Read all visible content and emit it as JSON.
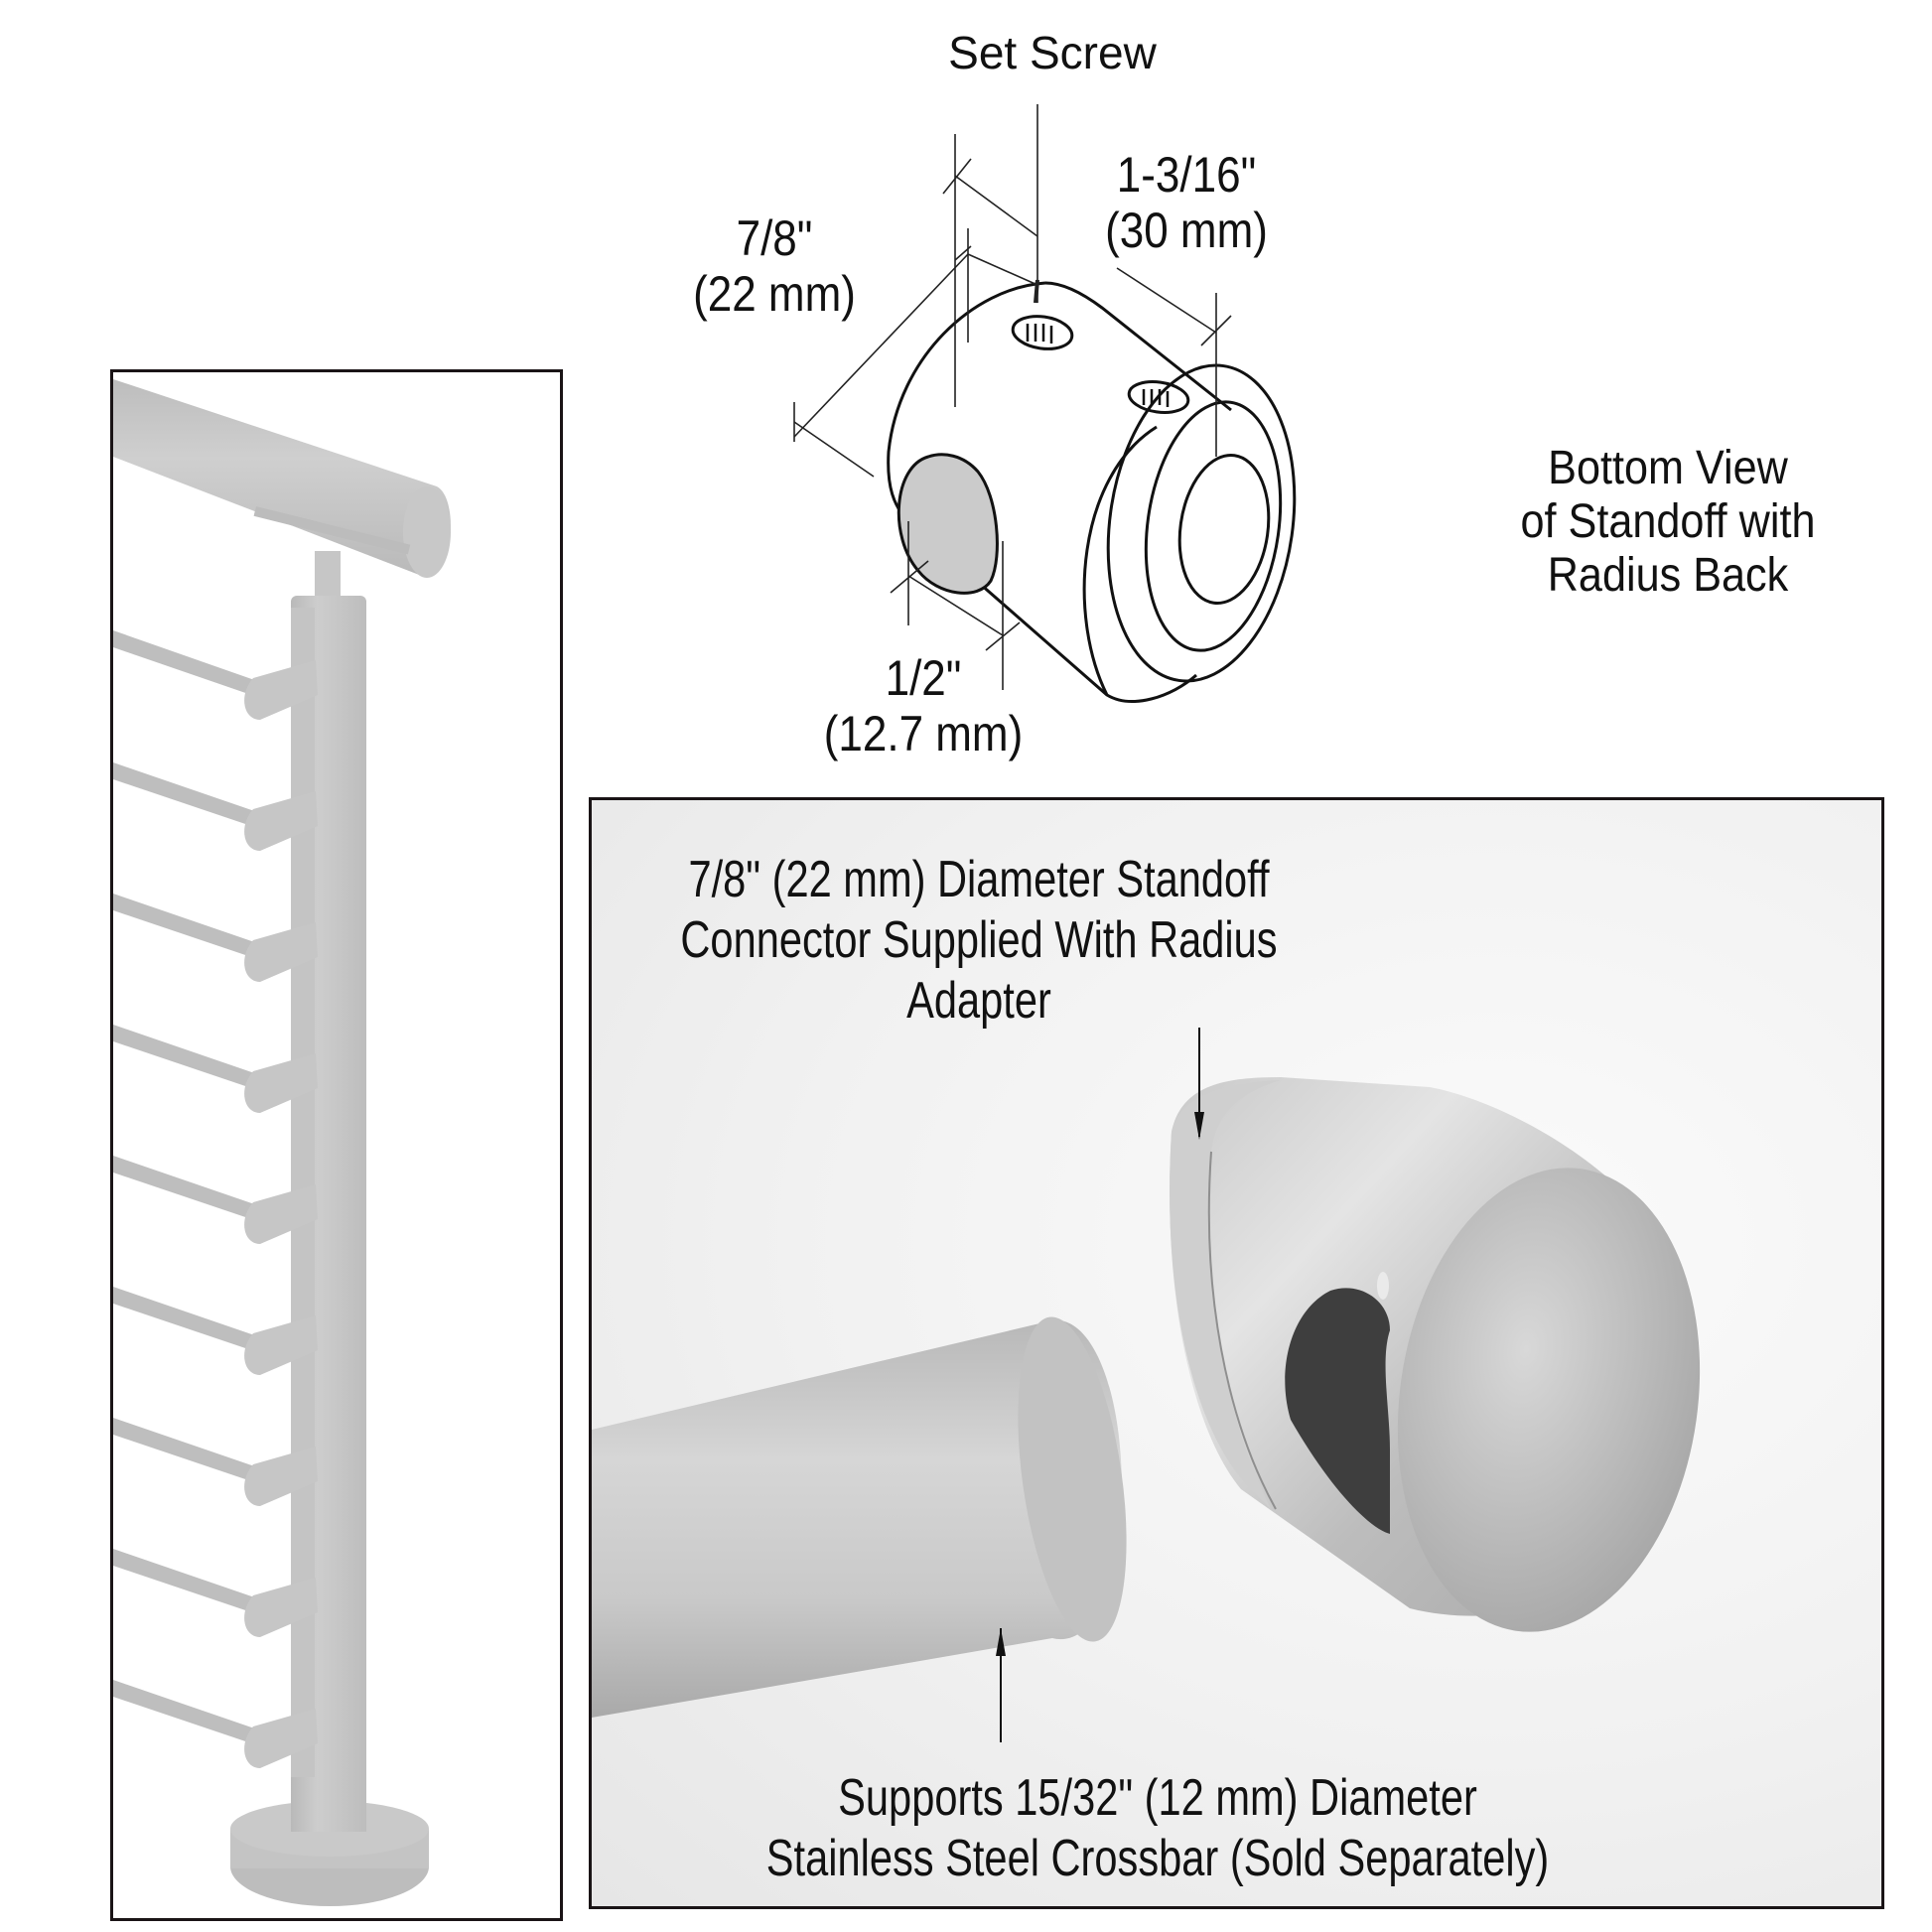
{
  "drawing": {
    "set_screw_label": "Set Screw",
    "dim_width": {
      "inch": "7/8\"",
      "mm": "(22 mm)"
    },
    "dim_length": {
      "inch": "1-3/16\"",
      "mm": "(30 mm)"
    },
    "dim_hole": {
      "inch": "1/2\"",
      "mm": "(12.7 mm)"
    },
    "side_note": [
      "Bottom View",
      "of Standoff with",
      "Radius Back"
    ]
  },
  "photo_panel": {
    "top_caption": [
      "7/8\" (22 mm) Diameter Standoff",
      "Connector Supplied With Radius",
      "Adapter"
    ],
    "bottom_caption": [
      "Supports 15/32\" (12 mm) Diameter",
      "Stainless Steel Crossbar (Sold Separately)"
    ]
  },
  "railing_panel": {
    "crossbar_count": 9,
    "colors": {
      "metal": "#c4c4c4",
      "metal_dark": "#aeaeae",
      "frame": "#1a1416"
    }
  }
}
